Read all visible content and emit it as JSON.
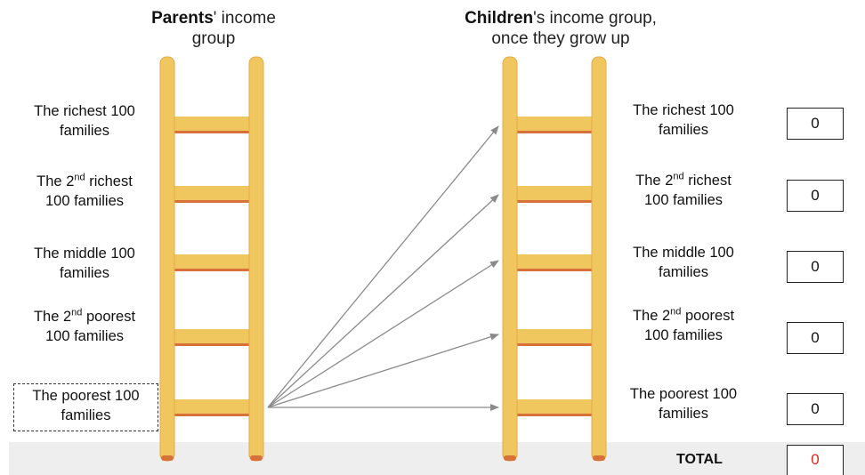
{
  "header": {
    "parents_bold": "Parents",
    "parents_rest": "' income",
    "parents_line2": "group",
    "children_bold": "Children",
    "children_rest": "'s income group,",
    "children_line2": "once they grow up"
  },
  "parent_groups": [
    {
      "line1": "The richest 100",
      "line2": "families"
    },
    {
      "pre": "The 2",
      "sup": "nd",
      "post": " richest",
      "line2": "100 families"
    },
    {
      "line1": "The middle 100",
      "line2": "families"
    },
    {
      "pre": "The 2",
      "sup": "nd",
      "post": " poorest",
      "line2": "100 families"
    },
    {
      "line1": "The poorest 100",
      "line2": "families",
      "selected": true
    }
  ],
  "child_groups": [
    {
      "line1": "The richest 100",
      "line2": "families",
      "value": "0"
    },
    {
      "pre": "The 2",
      "sup": "nd",
      "post": " richest",
      "line2": "100 families",
      "value": "0"
    },
    {
      "line1": "The middle 100",
      "line2": "families",
      "value": "0"
    },
    {
      "pre": "The 2",
      "sup": "nd",
      "post": " poorest",
      "line2": "100 families",
      "value": "0"
    },
    {
      "line1": "The poorest 100",
      "line2": "families",
      "value": "0"
    }
  ],
  "total": {
    "label": "TOTAL",
    "value": "0",
    "value_color": "#e0261c"
  },
  "colors": {
    "ladder": "#f0c75e",
    "ladder_edge": "#e3a949",
    "rung_bottom": "#d8703a",
    "arrow": "#8a8a8a"
  }
}
